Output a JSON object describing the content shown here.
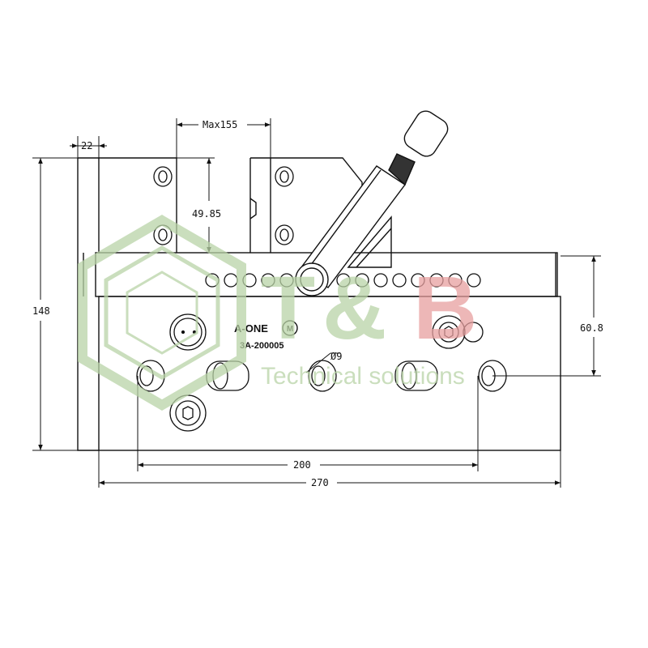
{
  "dimensions": {
    "width_22": "22",
    "max_155": "Max155",
    "h_49_85": "49.85",
    "h_148": "148",
    "h_60_8": "60.8",
    "hole_d9": "Ø9",
    "w_200": "200",
    "w_270": "270"
  },
  "product": {
    "brand": "A-ONE",
    "brand_mark": "M",
    "model": "3A-200005"
  },
  "watermark": {
    "initials_left": "T",
    "ampersand": "&",
    "initials_right": "B",
    "tagline": "Technical solutions"
  },
  "colors": {
    "line": "#111111",
    "watermark_green": "#b9d4a7",
    "watermark_red": "#e8a0a0"
  }
}
